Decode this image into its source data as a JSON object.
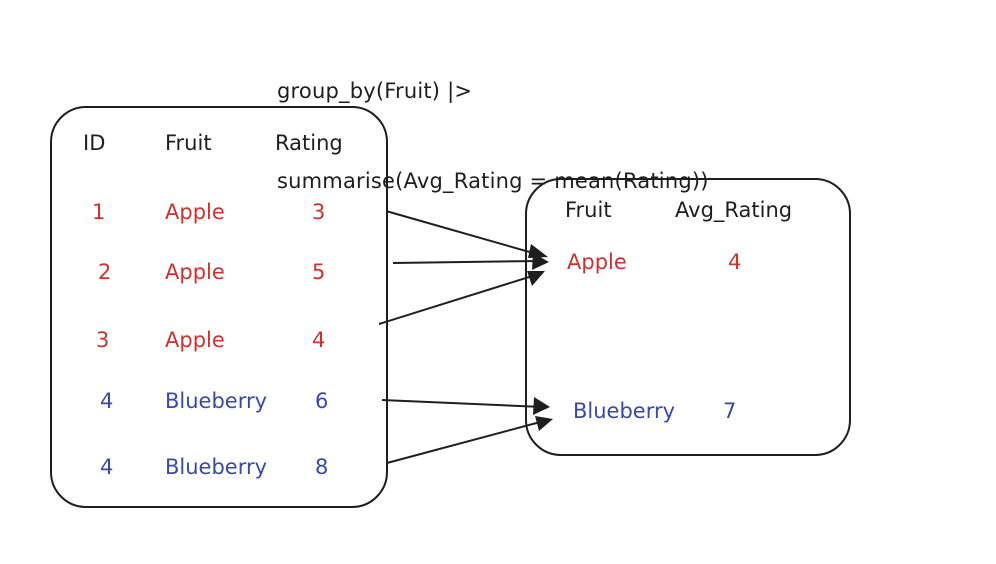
{
  "code": {
    "line1": "group_by(Fruit) |>",
    "line2": "summarise(Avg_Rating = mean(Rating))"
  },
  "colors": {
    "ink": "#1e1e1e",
    "apple": "#d32f2f",
    "blueberry": "#3949ab"
  },
  "source_table": {
    "headers": [
      "ID",
      "Fruit",
      "Rating"
    ],
    "rows": [
      {
        "id": "1",
        "fruit": "Apple",
        "rating": "3",
        "group": "apple"
      },
      {
        "id": "2",
        "fruit": "Apple",
        "rating": "5",
        "group": "apple"
      },
      {
        "id": "3",
        "fruit": "Apple",
        "rating": "4",
        "group": "apple"
      },
      {
        "id": "4",
        "fruit": "Blueberry",
        "rating": "6",
        "group": "blueberry"
      },
      {
        "id": "4",
        "fruit": "Blueberry",
        "rating": "8",
        "group": "blueberry"
      }
    ]
  },
  "result_table": {
    "headers": [
      "Fruit",
      "Avg_Rating"
    ],
    "rows": [
      {
        "fruit": "Apple",
        "avg_rating": "4",
        "group": "apple"
      },
      {
        "fruit": "Blueberry",
        "avg_rating": "7",
        "group": "blueberry"
      }
    ]
  },
  "mappings": [
    {
      "from_row": 0,
      "to_row": 0
    },
    {
      "from_row": 1,
      "to_row": 0
    },
    {
      "from_row": 2,
      "to_row": 0
    },
    {
      "from_row": 3,
      "to_row": 1
    },
    {
      "from_row": 4,
      "to_row": 1
    }
  ]
}
